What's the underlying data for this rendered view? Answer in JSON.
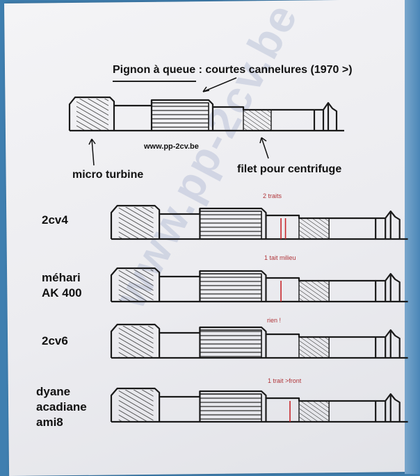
{
  "title": "Pignon à queue : courtes cannelures (1970 >)",
  "url": "www.pp-2cv.be",
  "labels": {
    "micro_turbine": "micro turbine",
    "filet": "filet pour centrifuge"
  },
  "variants": [
    {
      "name": "2cv4",
      "note": "2 traits"
    },
    {
      "name": "méhari\nAK 400",
      "note": "1 tait milieu"
    },
    {
      "name": "2cv6",
      "note": "rien !"
    },
    {
      "name": "dyane\nacadiane\nami8",
      "note": "1 trait >front"
    }
  ],
  "watermark": "www.pp-2cv.be",
  "colors": {
    "marker": "#c8262b",
    "ink": "#1a1a1a"
  }
}
